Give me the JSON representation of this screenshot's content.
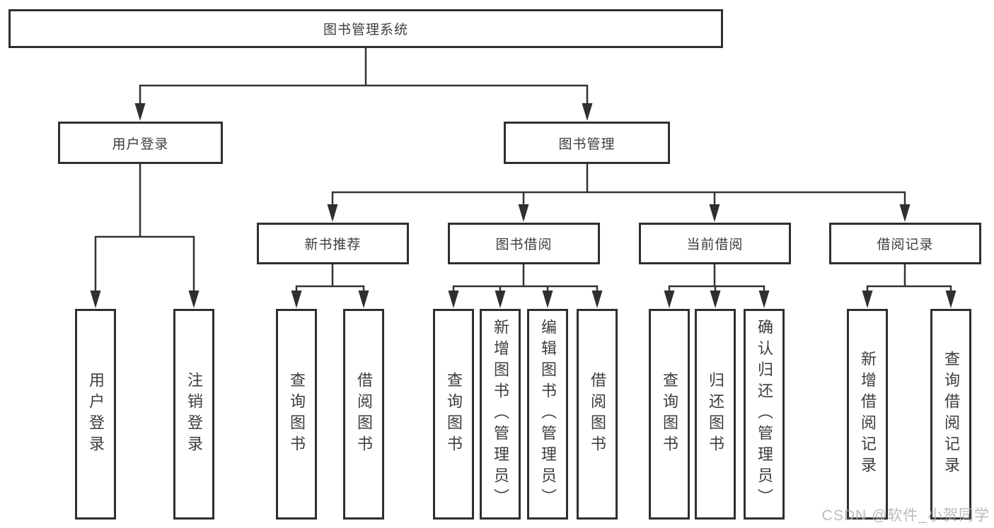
{
  "tree": {
    "label": "图书管理系统",
    "children": [
      {
        "label": "用户登录",
        "children": [
          {
            "label": "用户登录"
          },
          {
            "label": "注销登录"
          }
        ]
      },
      {
        "label": "图书管理",
        "children": [
          {
            "label": "新书推荐",
            "children": [
              {
                "label": "查询图书"
              },
              {
                "label": "借阅图书"
              }
            ]
          },
          {
            "label": "图书借阅",
            "children": [
              {
                "label": "查询图书"
              },
              {
                "label": "新增图书（管理员）"
              },
              {
                "label": "编辑图书（管理员）"
              },
              {
                "label": "借阅图书"
              }
            ]
          },
          {
            "label": "当前借阅",
            "children": [
              {
                "label": "查询图书"
              },
              {
                "label": "归还图书"
              },
              {
                "label": "确认归还（管理员）"
              }
            ]
          },
          {
            "label": "借阅记录",
            "children": [
              {
                "label": "新增借阅记录"
              },
              {
                "label": "查询借阅记录"
              }
            ]
          }
        ]
      }
    ]
  },
  "watermark": {
    "text": "CSDN @软件_小贺同学"
  },
  "colors": {
    "line": "#333333",
    "box_border": "#2f2f2f",
    "text": "#3d3d3d",
    "watermark": "#b2b2b2"
  }
}
